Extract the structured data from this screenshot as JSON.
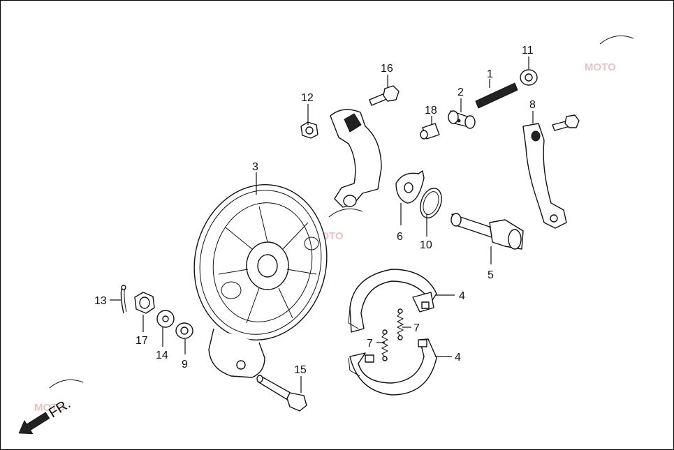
{
  "diagram": {
    "direction_label": "FR.",
    "watermark": {
      "text": "MOTO"
    },
    "callouts": [
      {
        "id": "1",
        "label": "1"
      },
      {
        "id": "2",
        "label": "2"
      },
      {
        "id": "3",
        "label": "3"
      },
      {
        "id": "4a",
        "label": "4"
      },
      {
        "id": "4b",
        "label": "4"
      },
      {
        "id": "5",
        "label": "5"
      },
      {
        "id": "6",
        "label": "6"
      },
      {
        "id": "7a",
        "label": "7"
      },
      {
        "id": "7b",
        "label": "7"
      },
      {
        "id": "8",
        "label": "8"
      },
      {
        "id": "9",
        "label": "9"
      },
      {
        "id": "10",
        "label": "10"
      },
      {
        "id": "11",
        "label": "11"
      },
      {
        "id": "12",
        "label": "12"
      },
      {
        "id": "13",
        "label": "13"
      },
      {
        "id": "14",
        "label": "14"
      },
      {
        "id": "15",
        "label": "15"
      },
      {
        "id": "16",
        "label": "16"
      },
      {
        "id": "17",
        "label": "17"
      },
      {
        "id": "18",
        "label": "18"
      }
    ]
  },
  "colors": {
    "line": "#111111",
    "background": "#ffffff",
    "watermark": "#e9b7bb"
  }
}
